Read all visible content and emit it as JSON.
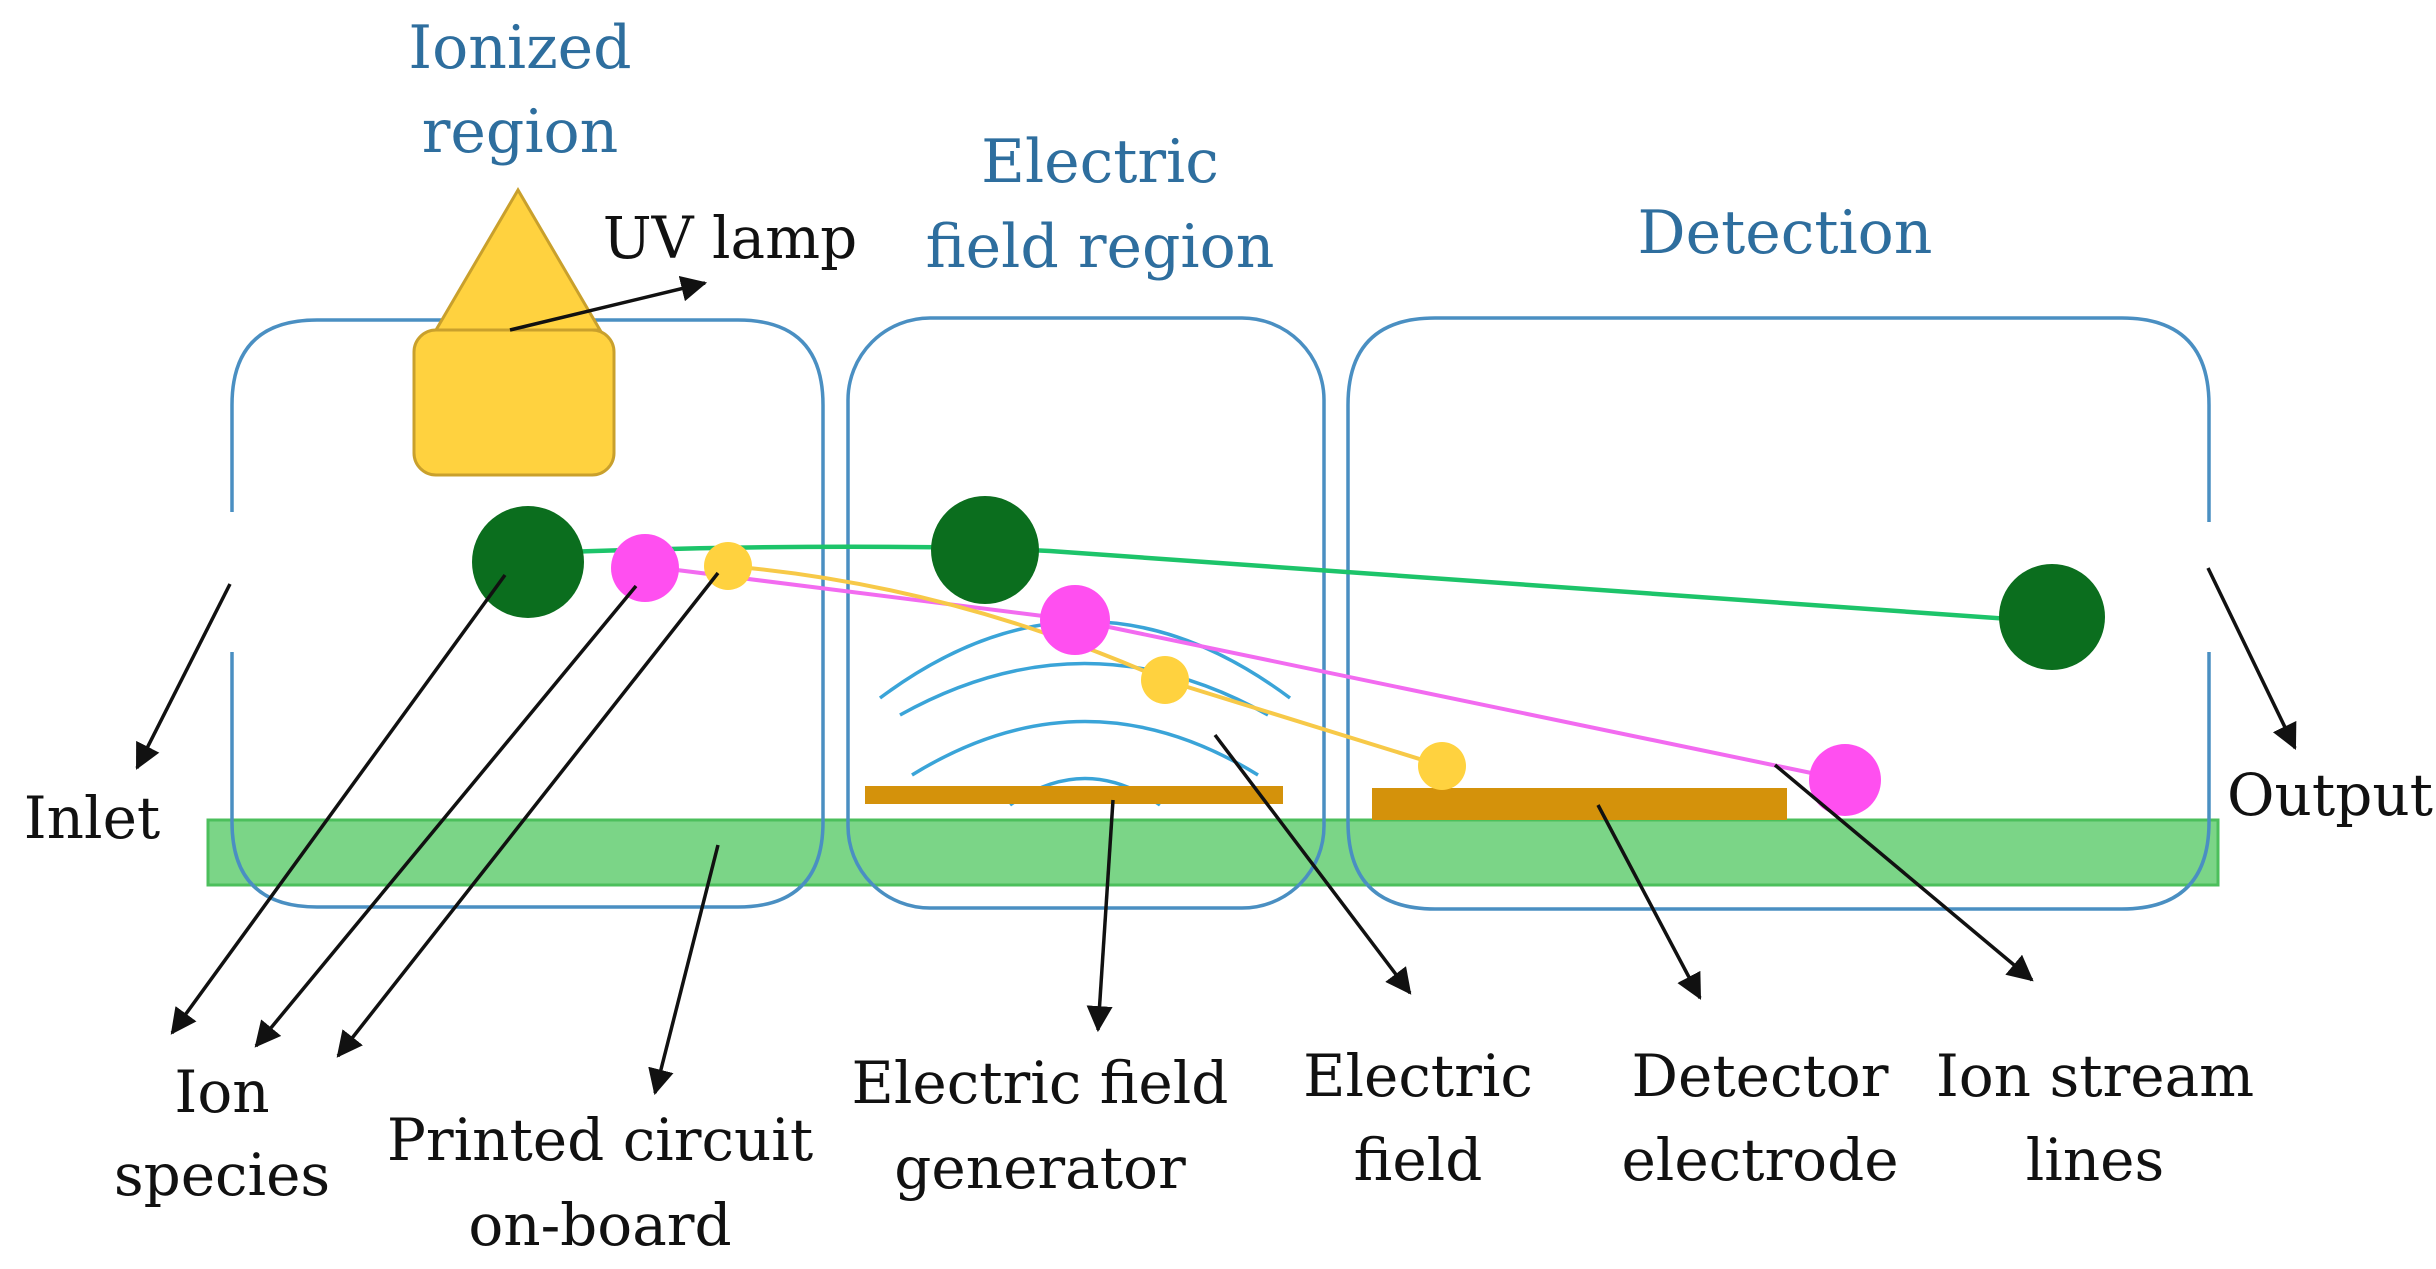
{
  "labels": {
    "ionized_region": [
      "Ionized",
      "region"
    ],
    "uv_lamp": "UV lamp",
    "electric_field_region": [
      "Electric",
      "field region"
    ],
    "detection": "Detection",
    "inlet": "Inlet",
    "output": "Output",
    "ion_species": [
      "Ion",
      "species"
    ],
    "printed_circuit": [
      "Printed circuit",
      "on-board"
    ],
    "electric_field_generator": [
      "Electric field",
      "generator"
    ],
    "electric_field": [
      "Electric",
      "field"
    ],
    "detector_electrode": [
      "Detector",
      "electrode"
    ],
    "ion_stream_lines": [
      "Ion stream",
      "lines"
    ]
  },
  "colors": {
    "region_title": "#2E6E9E",
    "region_outline": "#4A8FC2",
    "circuit_board": "#7BD587",
    "circuit_board_edge": "#4CBF5C",
    "uv_lamp": "#FFD23F",
    "uv_lamp_edge": "#C9A02C",
    "electrode": "#D4920B",
    "field_lines": "#3AA4D8",
    "ion_green": "#0B6E1E",
    "ion_magenta": "#FF4FF0",
    "ion_yellow": "#FFD23F",
    "stream_green": "#1DC46A",
    "stream_magenta": "#F26BF0",
    "stream_yellow": "#F7C948",
    "arrows": "#111111"
  }
}
